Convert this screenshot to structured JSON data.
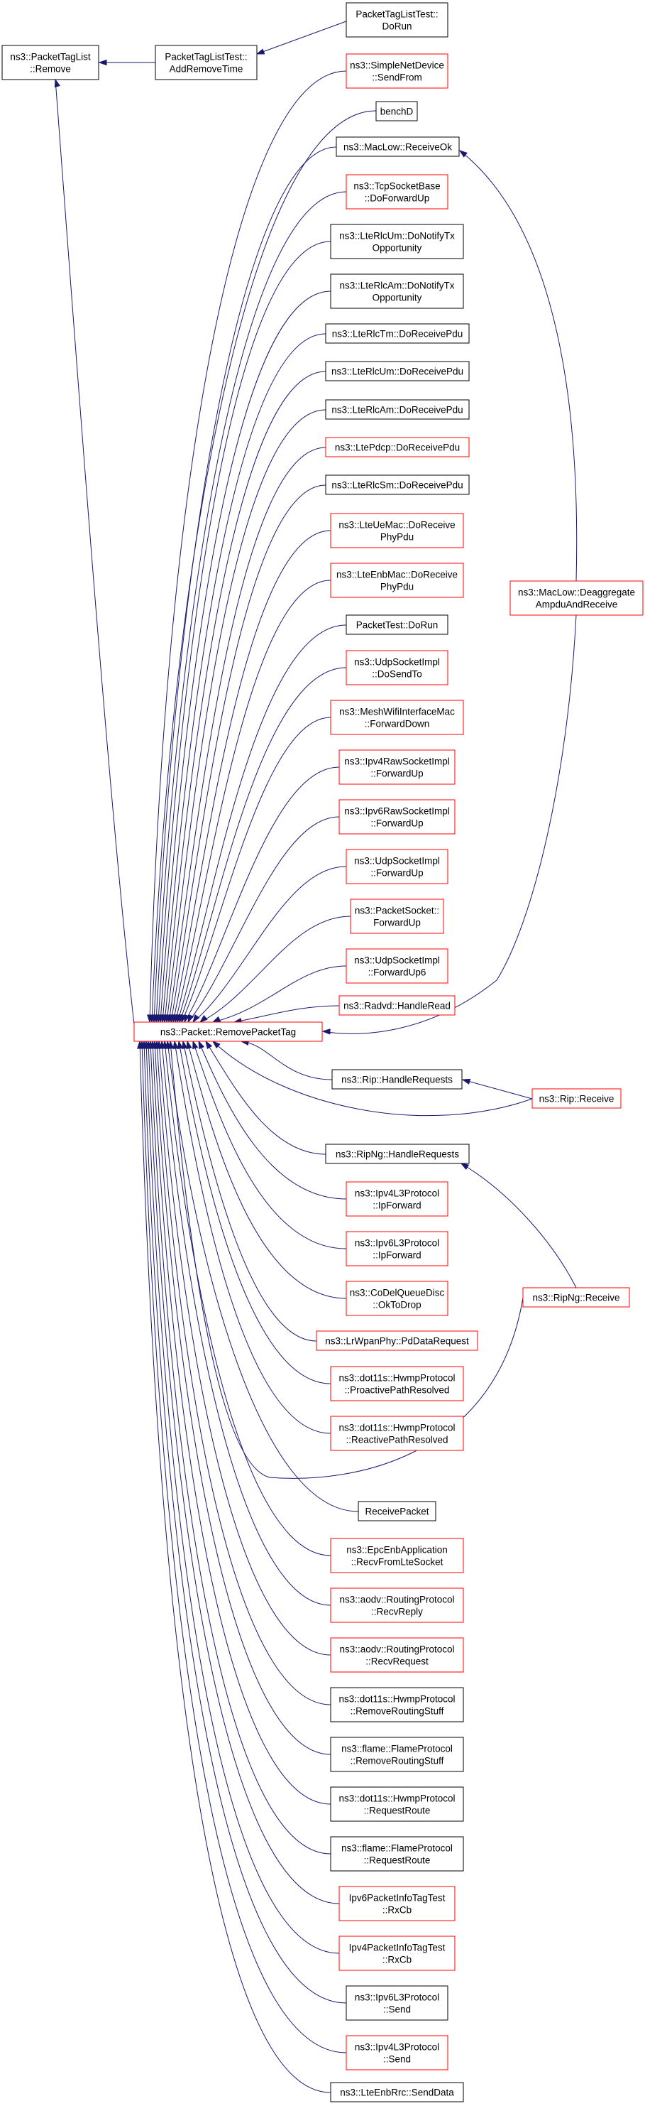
{
  "diagram": {
    "nodes": [
      {
        "id": "remove",
        "lines": [
          "ns3::PacketTagList",
          "::Remove"
        ],
        "style": "focus"
      },
      {
        "id": "addremove",
        "lines": [
          "PacketTagListTest::",
          "AddRemoveTime"
        ],
        "style": "black"
      },
      {
        "id": "dorun",
        "lines": [
          "PacketTagListTest::",
          "DoRun"
        ],
        "style": "black"
      },
      {
        "id": "rpt",
        "lines": [
          "ns3::Packet::RemovePacketTag"
        ],
        "style": "red"
      },
      {
        "id": "n_sendfrom",
        "lines": [
          "ns3::SimpleNetDevice",
          "::SendFrom"
        ],
        "style": "red"
      },
      {
        "id": "n_benchd",
        "lines": [
          "benchD"
        ],
        "style": "black"
      },
      {
        "id": "n_macrecv",
        "lines": [
          "ns3::MacLow::ReceiveOk"
        ],
        "style": "black"
      },
      {
        "id": "n_tcpfwd",
        "lines": [
          "ns3::TcpSocketBase",
          "::DoForwardUp"
        ],
        "style": "red"
      },
      {
        "id": "n_umtx",
        "lines": [
          "ns3::LteRlcUm::DoNotifyTx",
          "Opportunity"
        ],
        "style": "black"
      },
      {
        "id": "n_amtx",
        "lines": [
          "ns3::LteRlcAm::DoNotifyTx",
          "Opportunity"
        ],
        "style": "black"
      },
      {
        "id": "n_tmrx",
        "lines": [
          "ns3::LteRlcTm::DoReceivePdu"
        ],
        "style": "black"
      },
      {
        "id": "n_umrx",
        "lines": [
          "ns3::LteRlcUm::DoReceivePdu"
        ],
        "style": "black"
      },
      {
        "id": "n_amrx",
        "lines": [
          "ns3::LteRlcAm::DoReceivePdu"
        ],
        "style": "black"
      },
      {
        "id": "n_pdcprx",
        "lines": [
          "ns3::LtePdcp::DoReceivePdu"
        ],
        "style": "red"
      },
      {
        "id": "n_smrx",
        "lines": [
          "ns3::LteRlcSm::DoReceivePdu"
        ],
        "style": "black"
      },
      {
        "id": "n_uemac",
        "lines": [
          "ns3::LteUeMac::DoReceive",
          "PhyPdu"
        ],
        "style": "red"
      },
      {
        "id": "n_enbmac",
        "lines": [
          "ns3::LteEnbMac::DoReceive",
          "PhyPdu"
        ],
        "style": "red"
      },
      {
        "id": "n_pkttest",
        "lines": [
          "PacketTest::DoRun"
        ],
        "style": "black"
      },
      {
        "id": "n_udpsendto",
        "lines": [
          "ns3::UdpSocketImpl",
          "::DoSendTo"
        ],
        "style": "red"
      },
      {
        "id": "n_meshfwd",
        "lines": [
          "ns3::MeshWifiInterfaceMac",
          "::ForwardDown"
        ],
        "style": "red"
      },
      {
        "id": "n_ipv4raw",
        "lines": [
          "ns3::Ipv4RawSocketImpl",
          "::ForwardUp"
        ],
        "style": "red"
      },
      {
        "id": "n_ipv6raw",
        "lines": [
          "ns3::Ipv6RawSocketImpl",
          "::ForwardUp"
        ],
        "style": "red"
      },
      {
        "id": "n_udpfwd",
        "lines": [
          "ns3::UdpSocketImpl",
          "::ForwardUp"
        ],
        "style": "red"
      },
      {
        "id": "n_pktsock",
        "lines": [
          "ns3::PacketSocket::",
          "ForwardUp"
        ],
        "style": "red"
      },
      {
        "id": "n_udpfwd6",
        "lines": [
          "ns3::UdpSocketImpl",
          "::ForwardUp6"
        ],
        "style": "red"
      },
      {
        "id": "n_radvd",
        "lines": [
          "ns3::Radvd::HandleRead"
        ],
        "style": "red"
      },
      {
        "id": "n_deagg",
        "lines": [
          "ns3::MacLow::Deaggregate",
          "AmpduAndReceive"
        ],
        "style": "red"
      },
      {
        "id": "n_riphr",
        "lines": [
          "ns3::Rip::HandleRequests"
        ],
        "style": "black"
      },
      {
        "id": "n_riprecv",
        "lines": [
          "ns3::Rip::Receive"
        ],
        "style": "red"
      },
      {
        "id": "n_ripnghr",
        "lines": [
          "ns3::RipNg::HandleRequests"
        ],
        "style": "black"
      },
      {
        "id": "n_ipv4fwd",
        "lines": [
          "ns3::Ipv4L3Protocol",
          "::IpForward"
        ],
        "style": "red"
      },
      {
        "id": "n_ipv6fwd",
        "lines": [
          "ns3::Ipv6L3Protocol",
          "::IpForward"
        ],
        "style": "red"
      },
      {
        "id": "n_codel",
        "lines": [
          "ns3::CoDelQueueDisc",
          "::OkToDrop"
        ],
        "style": "red"
      },
      {
        "id": "n_ripngrecv",
        "lines": [
          "ns3::RipNg::Receive"
        ],
        "style": "red"
      },
      {
        "id": "n_lrwpan",
        "lines": [
          "ns3::LrWpanPhy::PdDataRequest"
        ],
        "style": "red"
      },
      {
        "id": "n_hwmpproact",
        "lines": [
          "ns3::dot11s::HwmpProtocol",
          "::ProactivePathResolved"
        ],
        "style": "red"
      },
      {
        "id": "n_hwmpreact",
        "lines": [
          "ns3::dot11s::HwmpProtocol",
          "::ReactivePathResolved"
        ],
        "style": "red"
      },
      {
        "id": "n_recvpkt",
        "lines": [
          "ReceivePacket"
        ],
        "style": "black"
      },
      {
        "id": "n_epcenb",
        "lines": [
          "ns3::EpcEnbApplication",
          "::RecvFromLteSocket"
        ],
        "style": "red"
      },
      {
        "id": "n_aodvreply",
        "lines": [
          "ns3::aodv::RoutingProtocol",
          "::RecvReply"
        ],
        "style": "red"
      },
      {
        "id": "n_aodvreq",
        "lines": [
          "ns3::aodv::RoutingProtocol",
          "::RecvRequest"
        ],
        "style": "red"
      },
      {
        "id": "n_hwmprm",
        "lines": [
          "ns3::dot11s::HwmpProtocol",
          "::RemoveRoutingStuff"
        ],
        "style": "black"
      },
      {
        "id": "n_flamerm",
        "lines": [
          "ns3::flame::FlameProtocol",
          "::RemoveRoutingStuff"
        ],
        "style": "black"
      },
      {
        "id": "n_hwmpreqroute",
        "lines": [
          "ns3::dot11s::HwmpProtocol",
          "::RequestRoute"
        ],
        "style": "black"
      },
      {
        "id": "n_flamereqroute",
        "lines": [
          "ns3::flame::FlameProtocol",
          "::RequestRoute"
        ],
        "style": "black"
      },
      {
        "id": "n_ipv6info",
        "lines": [
          "Ipv6PacketInfoTagTest",
          "::RxCb"
        ],
        "style": "red"
      },
      {
        "id": "n_ipv4info",
        "lines": [
          "Ipv4PacketInfoTagTest",
          "::RxCb"
        ],
        "style": "red"
      },
      {
        "id": "n_ipv6send",
        "lines": [
          "ns3::Ipv6L3Protocol",
          "::Send"
        ],
        "style": "black"
      },
      {
        "id": "n_ipv4send",
        "lines": [
          "ns3::Ipv4L3Protocol",
          "::Send"
        ],
        "style": "red"
      },
      {
        "id": "n_enbrrc",
        "lines": [
          "ns3::LteEnbRrc::SendData"
        ],
        "style": "black"
      }
    ],
    "colors": {
      "edge": "#191970",
      "focus_fill": "#bfbfbf",
      "focus_stroke": "#000000",
      "node_fill": "#ffffff",
      "black_stroke": "#000000",
      "red_stroke": "#ff0000"
    }
  }
}
